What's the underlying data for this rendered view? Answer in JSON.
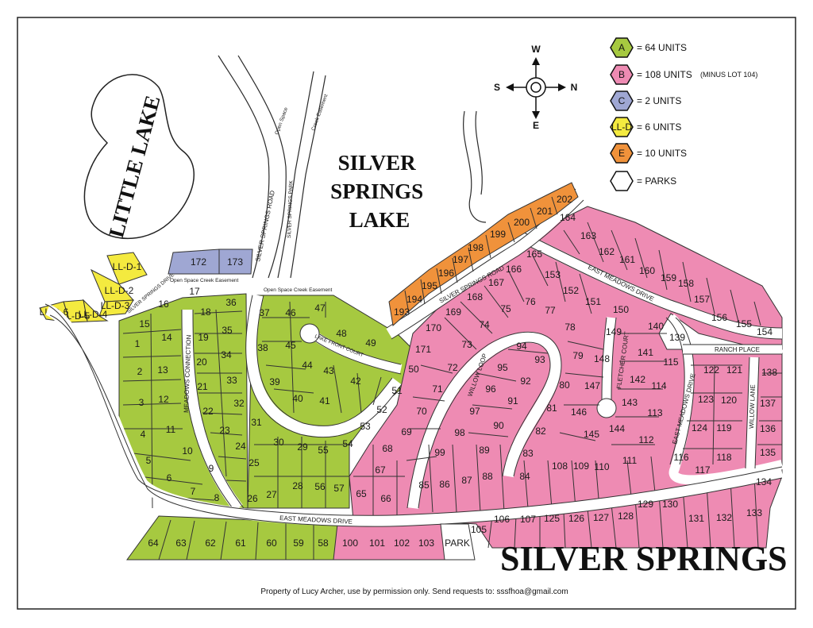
{
  "title": "SILVER SPRINGS",
  "lake_labels": {
    "silver_springs_lake": [
      "SILVER",
      "SPRINGS",
      "LAKE"
    ],
    "little_lake": "LITTLE LAKE"
  },
  "compass": {
    "w": "W",
    "e": "E",
    "s": "S",
    "n": "N"
  },
  "legend": [
    {
      "key": "A",
      "text": "= 64 UNITS",
      "small": "",
      "color": "#a6c940"
    },
    {
      "key": "B",
      "text": "= 108 UNITS",
      "small": "(MINUS LOT 104)",
      "color": "#ee8bb3"
    },
    {
      "key": "C",
      "text": "= 2 UNITS",
      "small": "",
      "color": "#9fa7d3"
    },
    {
      "key": "LL-D",
      "text": "= 6 UNITS",
      "small": "",
      "color": "#f4ea3f"
    },
    {
      "key": "E",
      "text": "= 10 UNITS",
      "small": "",
      "color": "#f0923b"
    },
    {
      "key": "",
      "text": "= PARKS",
      "small": "",
      "color": "#ffffff"
    }
  ],
  "roads": {
    "silver_springs_road_north": "SILVER SPRINGS ROAD",
    "silver_springs_park": "SILVER SPRINGS PARK",
    "open_space": "Open Space",
    "creek_easement": "Creek Easement",
    "open_space_creek_easement_1": "Open Space Creek Easement",
    "open_space_creek_easement_2": "Open Space Creek Easement",
    "silver_springs_drive": "SILVER SPRINGS DRIVE",
    "meadows_connection": "MEADOWS CONNECTION",
    "lake_front_court": "LAKE FRONT COURT",
    "willow_loop": "WILLOW LOOP",
    "silver_springs_road_east": "SILVER SPRINGS ROAD",
    "east_meadows_drive_north": "EAST MEADOWS DRIVE",
    "fletcher_court": "FLETCHER COURT",
    "east_meadows_drive_east": "EAST MEADOWS DRIVE",
    "willow_lane": "WILLOW LANE",
    "ranch_place": "RANCH PLACE",
    "east_meadows_drive_south": "EAST MEADOWS DRIVE"
  },
  "park_label": "PARK",
  "footer": "Property of Lucy Archer, use by permission only.  Send requests to:  sssfhoa@gmail.com",
  "lots": {
    "A": [
      "1",
      "2",
      "3",
      "4",
      "5",
      "6",
      "7",
      "8",
      "9",
      "10",
      "11",
      "12",
      "13",
      "14",
      "15",
      "16",
      "17",
      "18",
      "19",
      "20",
      "21",
      "22",
      "23",
      "24",
      "25",
      "26",
      "27",
      "28",
      "29",
      "30",
      "31",
      "32",
      "33",
      "34",
      "35",
      "36",
      "37",
      "38",
      "39",
      "40",
      "41",
      "42",
      "43",
      "44",
      "45",
      "46",
      "47",
      "48",
      "49",
      "50",
      "51",
      "52",
      "53",
      "54",
      "55",
      "56",
      "57",
      "58",
      "59",
      "60",
      "61",
      "62",
      "63",
      "64"
    ],
    "B": [
      "65",
      "66",
      "67",
      "68",
      "69",
      "70",
      "71",
      "72",
      "73",
      "74",
      "75",
      "76",
      "77",
      "78",
      "79",
      "80",
      "81",
      "82",
      "83",
      "84",
      "85",
      "86",
      "87",
      "88",
      "89",
      "90",
      "91",
      "92",
      "93",
      "94",
      "95",
      "96",
      "97",
      "98",
      "99",
      "100",
      "101",
      "102",
      "103",
      "105",
      "106",
      "107",
      "108",
      "109",
      "110",
      "111",
      "112",
      "113",
      "114",
      "115",
      "116",
      "117",
      "118",
      "119",
      "120",
      "121",
      "122",
      "123",
      "124",
      "125",
      "126",
      "127",
      "128",
      "129",
      "130",
      "131",
      "132",
      "133",
      "134",
      "135",
      "136",
      "137",
      "138",
      "139",
      "140",
      "141",
      "142",
      "143",
      "144",
      "145",
      "146",
      "147",
      "148",
      "149",
      "150",
      "151",
      "152",
      "153",
      "154",
      "155",
      "156",
      "157",
      "158",
      "159",
      "160",
      "161",
      "162",
      "163",
      "164",
      "165",
      "166",
      "167",
      "168",
      "169",
      "170",
      "171"
    ],
    "C": [
      "172",
      "173"
    ],
    "LLD": [
      "LL-D-1",
      "LL-D-2",
      "LL-D-3",
      "LL-D-4",
      "LL-D-5",
      "LL-D-6"
    ],
    "E": [
      "193",
      "194",
      "195",
      "196",
      "197",
      "198",
      "199",
      "200",
      "201",
      "202"
    ]
  }
}
